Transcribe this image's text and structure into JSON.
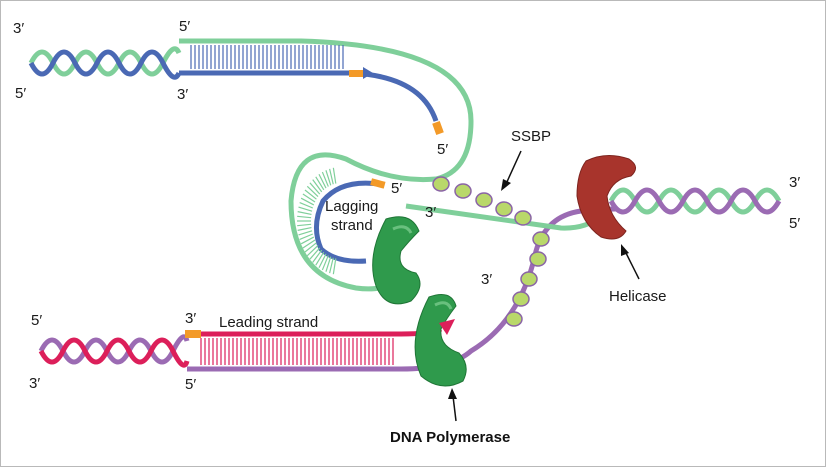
{
  "labels": {
    "top_left_3": "3′",
    "top_left_5": "5′",
    "top_mid_5": "5′",
    "top_mid_3": "3′",
    "primer_5_upper": "5′",
    "primer_5_lower": "5′",
    "lagging_3": "3′",
    "lagging_strand_line1": "Lagging",
    "lagging_strand_line2": "strand",
    "ssbp": "SSBP",
    "right_3": "3′",
    "right_5": "5′",
    "mid_3": "3′",
    "helicase": "Helicase",
    "bottom_left_5": "5′",
    "bottom_left_3": "3′",
    "bottom_mid_3": "3′",
    "bottom_mid_5": "5′",
    "leading_strand": "Leading strand",
    "dna_polymerase": "DNA Polymerase"
  },
  "colors": {
    "green_strand": "#7fcf9a",
    "blue_strand": "#4a69b4",
    "purple_strand": "#9b6bb3",
    "red_strand": "#dc1f5a",
    "primer_orange": "#f39a28",
    "polymerase_green": "#2f9a4c",
    "helicase_red": "#a8342c",
    "ssbp_green": "#b9d86a",
    "ssbp_purple": "#8a64a6"
  }
}
